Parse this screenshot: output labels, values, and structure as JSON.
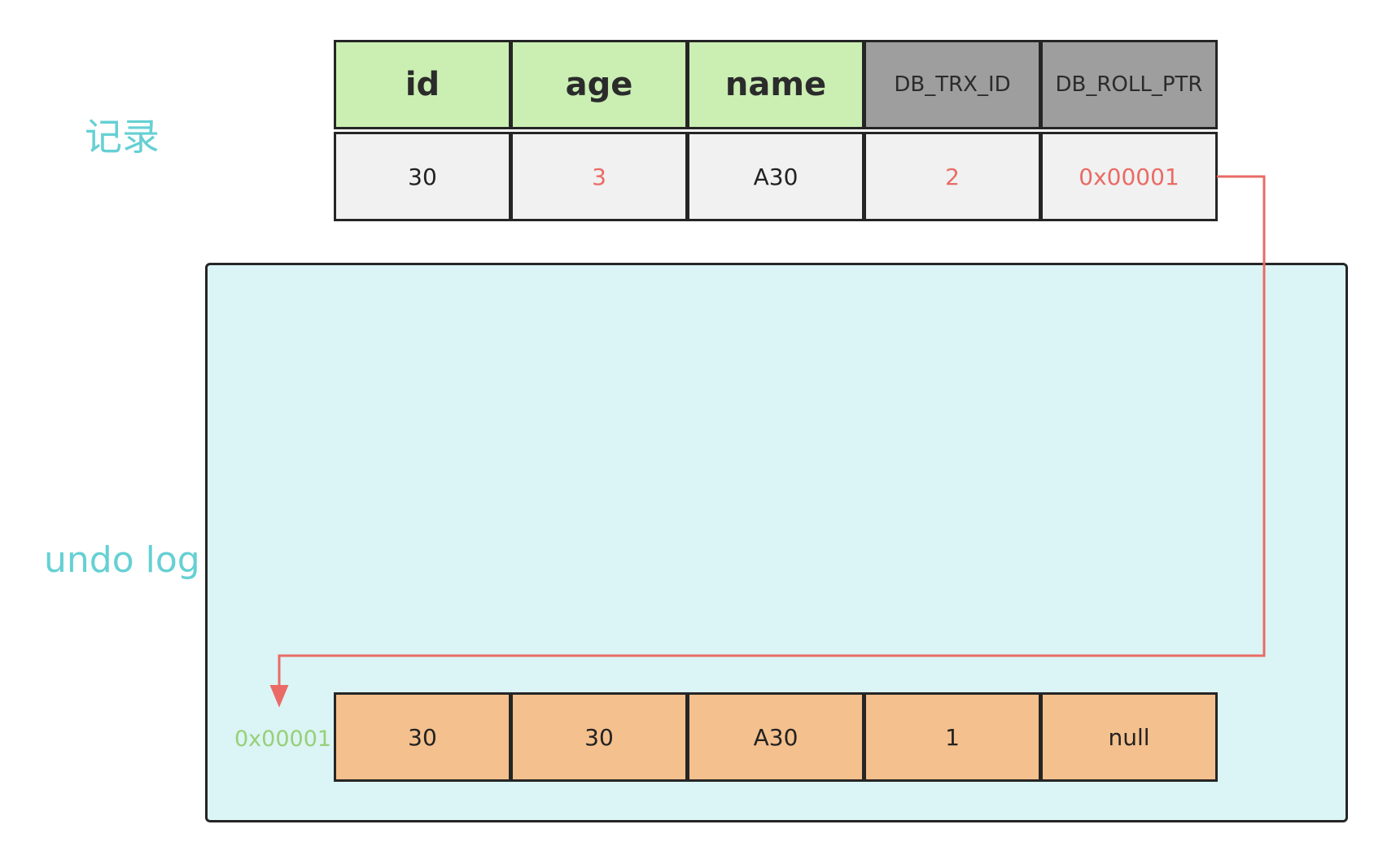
{
  "labels": {
    "record": "记录",
    "undo_log": "undo log"
  },
  "record_table": {
    "headers": [
      "id",
      "age",
      "name",
      "DB_TRX_ID",
      "DB_ROLL_PTR"
    ],
    "values": [
      "30",
      "3",
      "A30",
      "2",
      "0x00001"
    ]
  },
  "undo_log": {
    "address": "0x00001",
    "values": [
      "30",
      "30",
      "A30",
      "1",
      "null"
    ]
  },
  "colors": {
    "header_fields": "#cbeeb3",
    "header_hidden_columns": "#9e9e9e",
    "record_row": "#f1f1f1",
    "changed_value": "#ea6b66",
    "undo_box": "#dbf4f5",
    "undo_row": "#f4c08d",
    "address": "#97d077",
    "side_labels": "#66d0d4",
    "pointer_arrow": "#ea6b66"
  }
}
